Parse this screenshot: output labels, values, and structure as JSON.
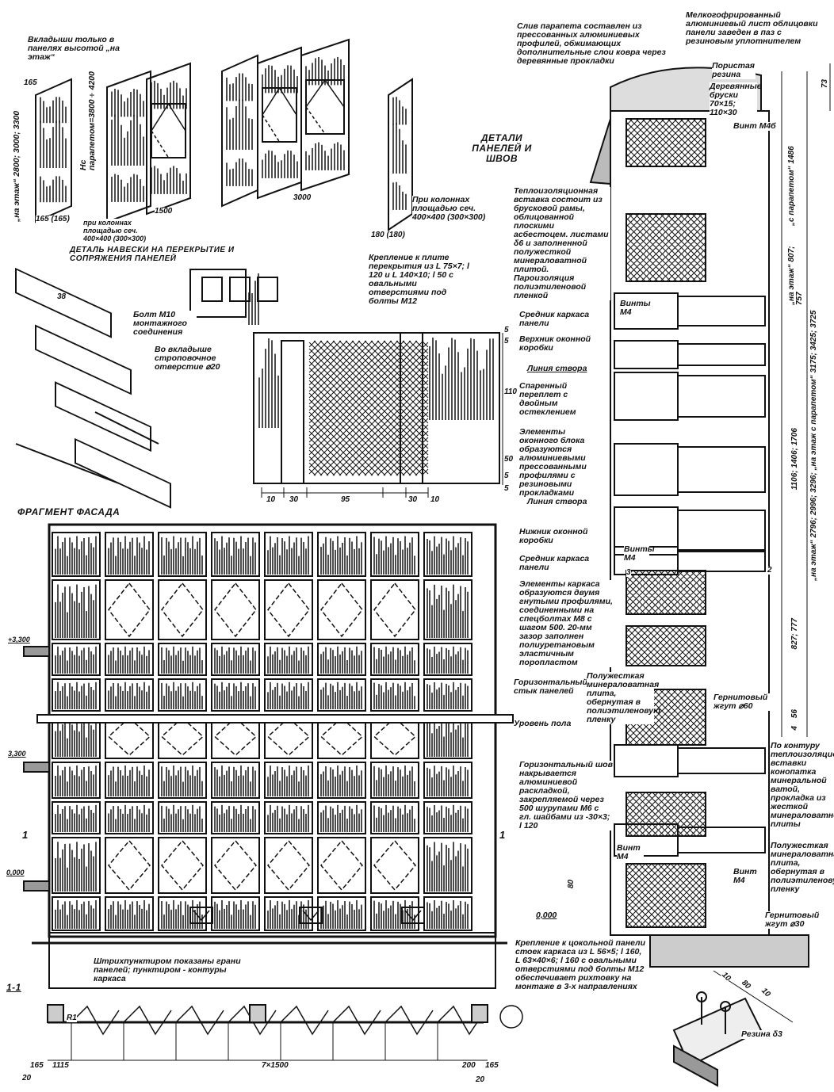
{
  "titles": {
    "panels_and_joints": "ДЕТАЛИ ПАНЕЛЕЙ И ШВОВ",
    "hanging_detail": "ДЕТАЛЬ НАВЕСКИ НА ПЕРЕКРЫТИЕ И СОПРЯЖЕНИЯ ПАНЕЛЕЙ",
    "facade_fragment": "ФРАГМЕНТ ФАСАДА",
    "section_mark": "1-1"
  },
  "isometric": {
    "inserts_note": "Вкладыши только в панелях высотой „на этаж“",
    "height_floor": "„на этаж“ 2800; 3000; 3300",
    "height_parapet": "Hс парапетом=3800÷4200",
    "dim_165": "165",
    "dim_165_165": "165 (165)",
    "dim_1500": "1500",
    "dim_3000": "3000",
    "columns_note_left": "при колоннах площадью сеч. 400×400 (300×300)",
    "columns_note_right": "При колоннах площадью сеч. 400×400 (300×300)",
    "dim_180_180": "180 (180)"
  },
  "hanging": {
    "dim_38": "38",
    "bolt_note": "Болт М10 монтажного соединения",
    "insert_note": "Во вкладыше строповочное отверстие ⌀20",
    "fastening_note": "Крепление к плите перекрытия из L 75×7; l 120 и L 140×10; l 50 с овальными отверстиями под болты М12"
  },
  "joint_section": {
    "dims_bottom": [
      "10",
      "30",
      "95",
      "30",
      "10"
    ],
    "dims_right": [
      "5",
      "5",
      "110",
      "50",
      "5",
      "5"
    ]
  },
  "right_section": {
    "parapet_flashing": "Слив парапета составлен из прессованных алюминиевых профилей, обжимающих дополнительные слои ковра через деревянные прокладки",
    "corrugated_sheet": "Мелкогофрированный алюминиевый лист облицовки панели заведен в паз с резиновым уплотнителем",
    "porous_rubber": "Пористая резина",
    "wood_bars": "Деревянные бруски 70×15; 110×30",
    "screw_m4b": "Винт М4б",
    "insulation_insert": "Теплоизоляционная вставка состоит из брусковой рамы, облицованной плоскими асбестоцем. листами δ6 и заполненной полужесткой минераловатной плитой. Пароизоляция полиэтиленовой пленкой",
    "screws_m4_top": "Винты М4",
    "frame_mullion_top": "Средник каркаса панели",
    "window_head": "Верхник оконной коробки",
    "sash_line_1": "Линия створа",
    "twin_sash": "Спаренный переплет с двойным остеклением",
    "window_elements": "Элементы оконного блока образуются алюминиевыми прессованными профилями с резиновыми прокладками",
    "sash_line_2": "Линия створа",
    "window_sill": "Нижник оконной коробки",
    "frame_mullion_bottom": "Средник каркаса панели",
    "screws_m4_mid": "Винты М4",
    "mark_3": "3",
    "mark_2": "2",
    "frame_elements": "Элементы каркаса образуются двумя гнутыми профилями, соединенными на спецболтах М8 с шагом 500. 20-мм зазор заполнен полиуретановым эластичным поропластом",
    "horizontal_joint": "Горизонтальный стык панелей",
    "semi_rigid_plate_1": "Полужесткая минераловатная плита, обернутая в полиэтиленовую пленку",
    "floor_level": "Уровень пола",
    "gernit_60": "Гернитовый жгут ⌀60",
    "contour_caulking": "По контуру теплоизоляционной вставки конопатка минеральной ватой, прокладка из жесткой минераловатной плиты",
    "horizontal_seam": "Горизонтальный шов накрывается алюминиевой раскладкой, закрепляемой через 500 шурупами М6 с гл. шайбами из -30×3; l 120",
    "screw_m4_left": "Винт М4",
    "semi_rigid_plate_2": "Полужесткая минераловатная плита, обернутая в полиэтиленовую пленку",
    "screw_m4_inner": "Винт М4",
    "gernit_30": "Гернитовый жгут ⌀30",
    "level_0": "0,000",
    "dim_80": "80",
    "plinth_fastening": "Крепление к цокольной панели стоек каркаса из L 56×5; l 160, L 63×40×6; l 160 с овальными отверстиями под болты М12 обеспечивает рихтовку на монтаже в 3-х направлениях",
    "rubber": "Резина δ3",
    "rubber_dims": [
      "10",
      "80",
      "10"
    ]
  },
  "dimensions_right": {
    "d73": "73",
    "parapet": "„с парапетом“ 1486",
    "floor_807": "„на этаж“ 807; 757",
    "window": "1106; 1406; 1706",
    "total": "„на этаж“ 2796; 2996; 3296; „на этаж с парапетом“ 3175; 3425; 3725",
    "d827": "827; 777",
    "d56": "56",
    "d4": "4"
  },
  "facade": {
    "level_top": "+3,300",
    "level_mid": "3,300",
    "level_zero": "0,000",
    "cut_left": "1",
    "cut_right": "1",
    "note": "Штрихпунктиром показаны грани панелей; пунктиром - контуры каркаса"
  },
  "plan": {
    "dims": [
      "165",
      "1115",
      "7×1500",
      "200",
      "165"
    ],
    "dim_20_left": "20",
    "dim_20_right": "20",
    "dim_r1": "R1"
  }
}
